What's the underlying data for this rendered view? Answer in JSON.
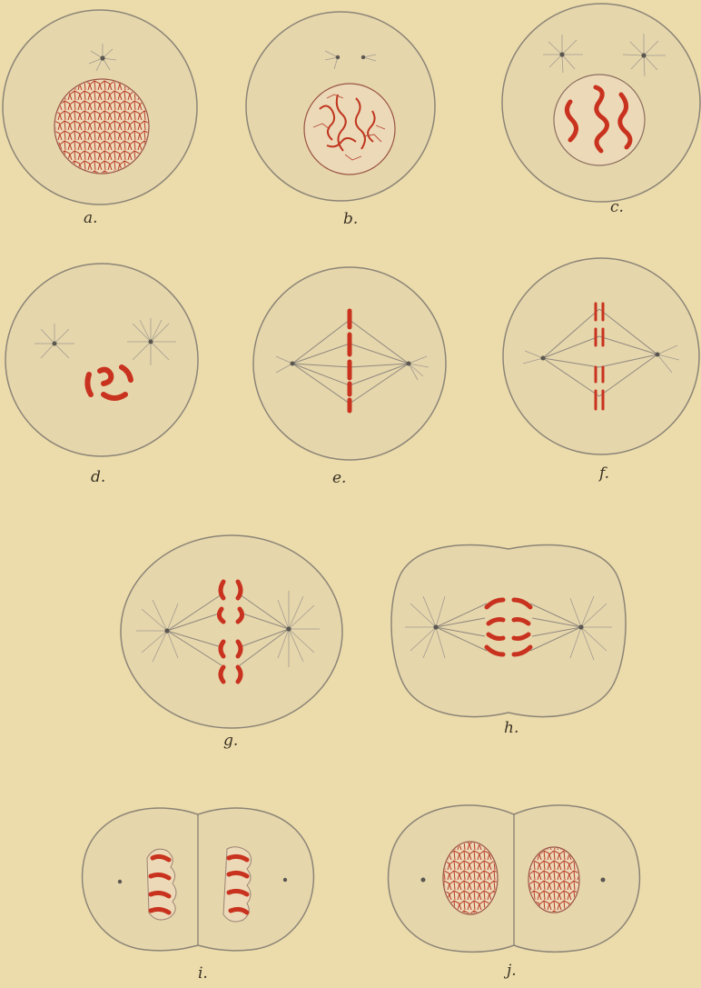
{
  "figure": {
    "panels": [
      {
        "id": "a",
        "label": "a.",
        "stage": "resting nucleus, chromatin network"
      },
      {
        "id": "b",
        "label": "b.",
        "stage": "early prophase, centrosomes separating"
      },
      {
        "id": "c",
        "label": "c.",
        "stage": "prophase, continuous chromatin thread"
      },
      {
        "id": "d",
        "label": "d.",
        "stage": "late prophase, chromosome segments"
      },
      {
        "id": "e",
        "label": "e.",
        "stage": "metaphase, equatorial plate"
      },
      {
        "id": "f",
        "label": "f.",
        "stage": "metaphase, chromosomes split"
      },
      {
        "id": "g",
        "label": "g.",
        "stage": "anaphase, daughter chromosomes separating"
      },
      {
        "id": "h",
        "label": "h.",
        "stage": "late anaphase, cell constricting"
      },
      {
        "id": "i",
        "label": "i.",
        "stage": "telophase, cell division"
      },
      {
        "id": "j",
        "label": "j.",
        "stage": "two daughter cells with resting nuclei"
      }
    ],
    "colors": {
      "background": "#ecdcab",
      "cytoplasm": "#e6d6ac",
      "outline": "#8c8577",
      "chromatin": "#c8321e",
      "aster": "#9a9488",
      "centrosome": "#5a5650"
    }
  }
}
